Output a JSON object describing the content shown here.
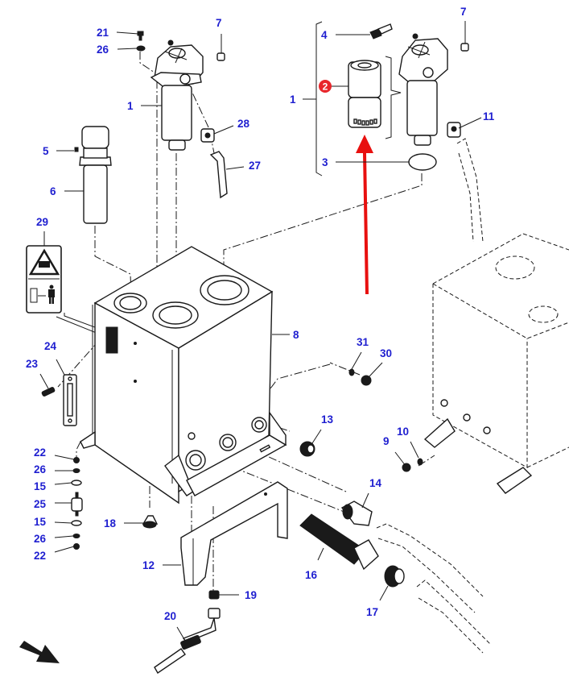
{
  "diagram": {
    "title": "Hydraulic tank and filter assembly (exploded view)",
    "callouts": [
      {
        "id": "c21a",
        "label": "21"
      },
      {
        "id": "c26a",
        "label": "26"
      },
      {
        "id": "c7a",
        "label": "7"
      },
      {
        "id": "c1a",
        "label": "1"
      },
      {
        "id": "c28",
        "label": "28"
      },
      {
        "id": "c27",
        "label": "27"
      },
      {
        "id": "c5",
        "label": "5"
      },
      {
        "id": "c6",
        "label": "6"
      },
      {
        "id": "c29",
        "label": "29"
      },
      {
        "id": "c4",
        "label": "4"
      },
      {
        "id": "c7b",
        "label": "7"
      },
      {
        "id": "c1b",
        "label": "1"
      },
      {
        "id": "c11",
        "label": "11"
      },
      {
        "id": "c3",
        "label": "3"
      },
      {
        "id": "c8",
        "label": "8"
      },
      {
        "id": "c24",
        "label": "24"
      },
      {
        "id": "c23",
        "label": "23"
      },
      {
        "id": "c31",
        "label": "31"
      },
      {
        "id": "c30",
        "label": "30"
      },
      {
        "id": "c13",
        "label": "13"
      },
      {
        "id": "c9",
        "label": "9"
      },
      {
        "id": "c10",
        "label": "10"
      },
      {
        "id": "c22a",
        "label": "22"
      },
      {
        "id": "c26b",
        "label": "26"
      },
      {
        "id": "c15a",
        "label": "15"
      },
      {
        "id": "c25",
        "label": "25"
      },
      {
        "id": "c15b",
        "label": "15"
      },
      {
        "id": "c26c",
        "label": "26"
      },
      {
        "id": "c22b",
        "label": "22"
      },
      {
        "id": "c18",
        "label": "18"
      },
      {
        "id": "c14",
        "label": "14"
      },
      {
        "id": "c12",
        "label": "12"
      },
      {
        "id": "c16",
        "label": "16"
      },
      {
        "id": "c19",
        "label": "19"
      },
      {
        "id": "c17",
        "label": "17"
      },
      {
        "id": "c20",
        "label": "20"
      }
    ],
    "highlight": {
      "label": "2",
      "badge_color": "#e8262b",
      "arrow_color": "#e8100f",
      "part": "filter cartridge"
    },
    "label_color": "#1f1fd0",
    "direction_arrow": "front-direction-arrow"
  }
}
